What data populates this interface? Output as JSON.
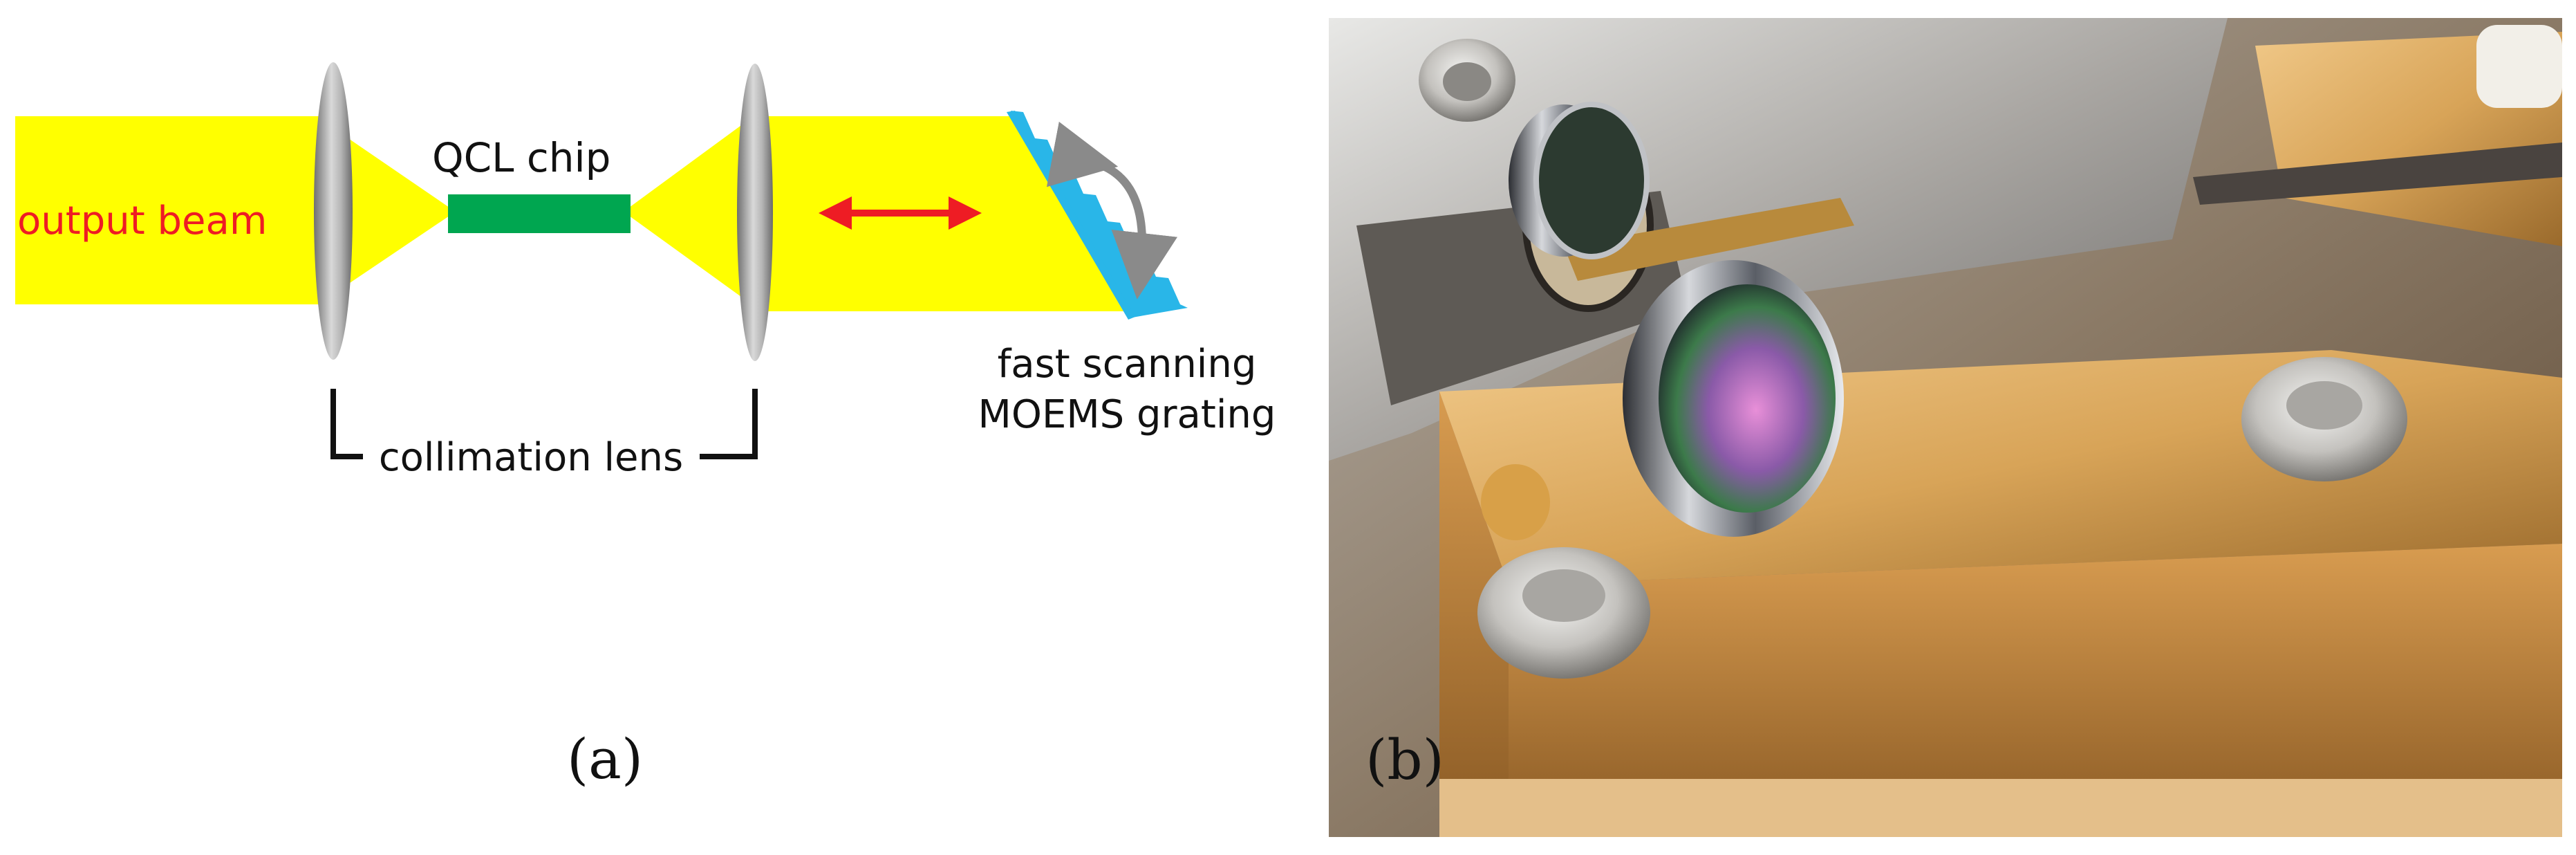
{
  "panel_a": {
    "label": "(a)",
    "output_beam": "output beam",
    "qcl_chip": "QCL chip",
    "collimation_lens": "collimation lens",
    "grating_line1": "fast scanning",
    "grating_line2": "MOEMS grating"
  },
  "panel_b": {
    "label": "(b)"
  },
  "colors": {
    "beam": "#ffff00",
    "chip": "#00a650",
    "arrow": "#ee1c24",
    "grating": "#29b6e8",
    "lens": "#9a9a9a",
    "brass": "#c8923f"
  }
}
